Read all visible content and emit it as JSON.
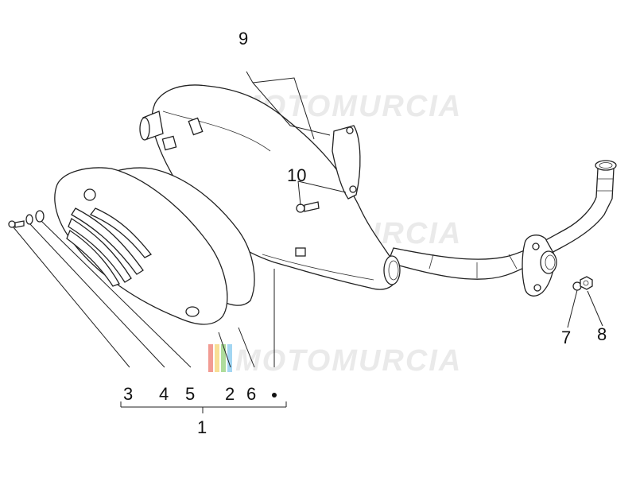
{
  "diagram": {
    "callouts": {
      "c9": "9",
      "c10": "10",
      "c7": "7",
      "c8": "8",
      "c3": "3",
      "c4": "4",
      "c5": "5",
      "c2": "2",
      "c6": "6",
      "c1": "1"
    },
    "watermark": {
      "text": "MOTOMURCIA",
      "colors": [
        "#e94b3c",
        "#f4c542",
        "#6cc04a",
        "#58b6e8"
      ]
    },
    "line_color": "#222222"
  }
}
